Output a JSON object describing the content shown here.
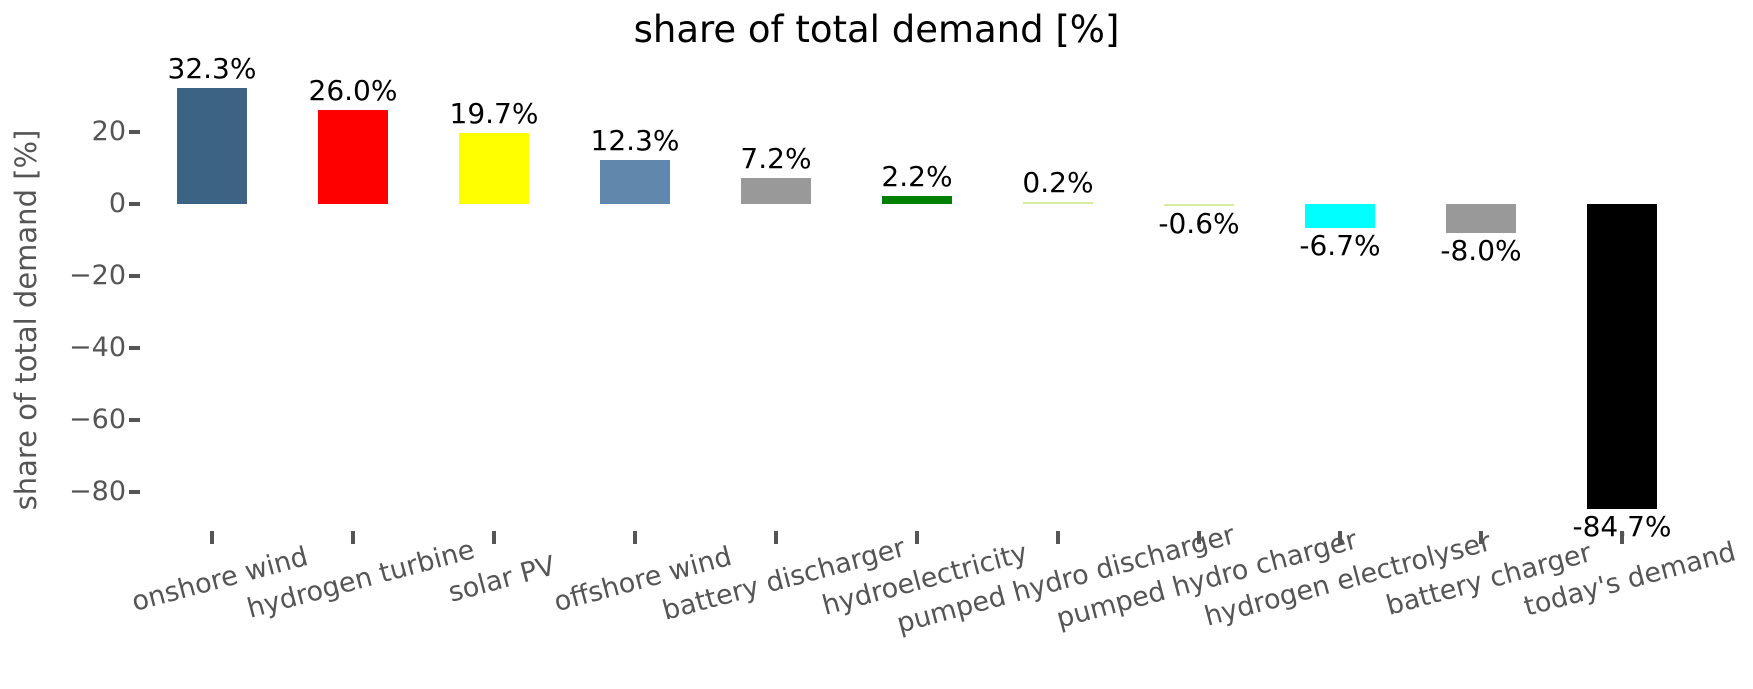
{
  "figure": {
    "title": "share of total demand [%]",
    "y_axis_label": "share of total demand [%]"
  },
  "colors": {
    "background": "#ffffff",
    "axis_text": "#555555",
    "tick_mark": "#555555",
    "value_text": "#000000",
    "title_text": "#000000"
  },
  "chart_data": {
    "type": "bar",
    "title": "share of total demand [%]",
    "xlabel": "",
    "ylabel": "share of total demand [%]",
    "ylim": [
      -91,
      40
    ],
    "grid": false,
    "legend_position": "none",
    "categories": [
      "onshore wind",
      "hydrogen turbine",
      "solar PV",
      "offshore wind",
      "battery discharger",
      "hydroelectricity",
      "pumped hydro discharger",
      "pumped hydro charger",
      "hydrogen electrolyser",
      "battery charger",
      "today's demand"
    ],
    "values": [
      32.3,
      26.0,
      19.7,
      12.3,
      7.2,
      2.2,
      0.2,
      -0.6,
      -6.7,
      -8.0,
      -84.7
    ],
    "value_labels": [
      "32.3%",
      "26.0%",
      "19.7%",
      "12.3%",
      "7.2%",
      "2.2%",
      "0.2%",
      "-0.6%",
      "-6.7%",
      "-8.0%",
      "-84.7%"
    ],
    "bar_colors": [
      "#3c6384",
      "#ff0000",
      "#ffff00",
      "#5f88ac",
      "#999999",
      "#008000",
      "#d7eb9e",
      "#d7eb9e",
      "#00ffff",
      "#999999",
      "#000000"
    ],
    "ytick_values": [
      20,
      0,
      -20,
      -40,
      -60,
      -80
    ],
    "ytick_labels": [
      "20",
      "0",
      "−20",
      "−40",
      "−60",
      "−80"
    ],
    "xtick_label_rotation_deg": 15
  }
}
